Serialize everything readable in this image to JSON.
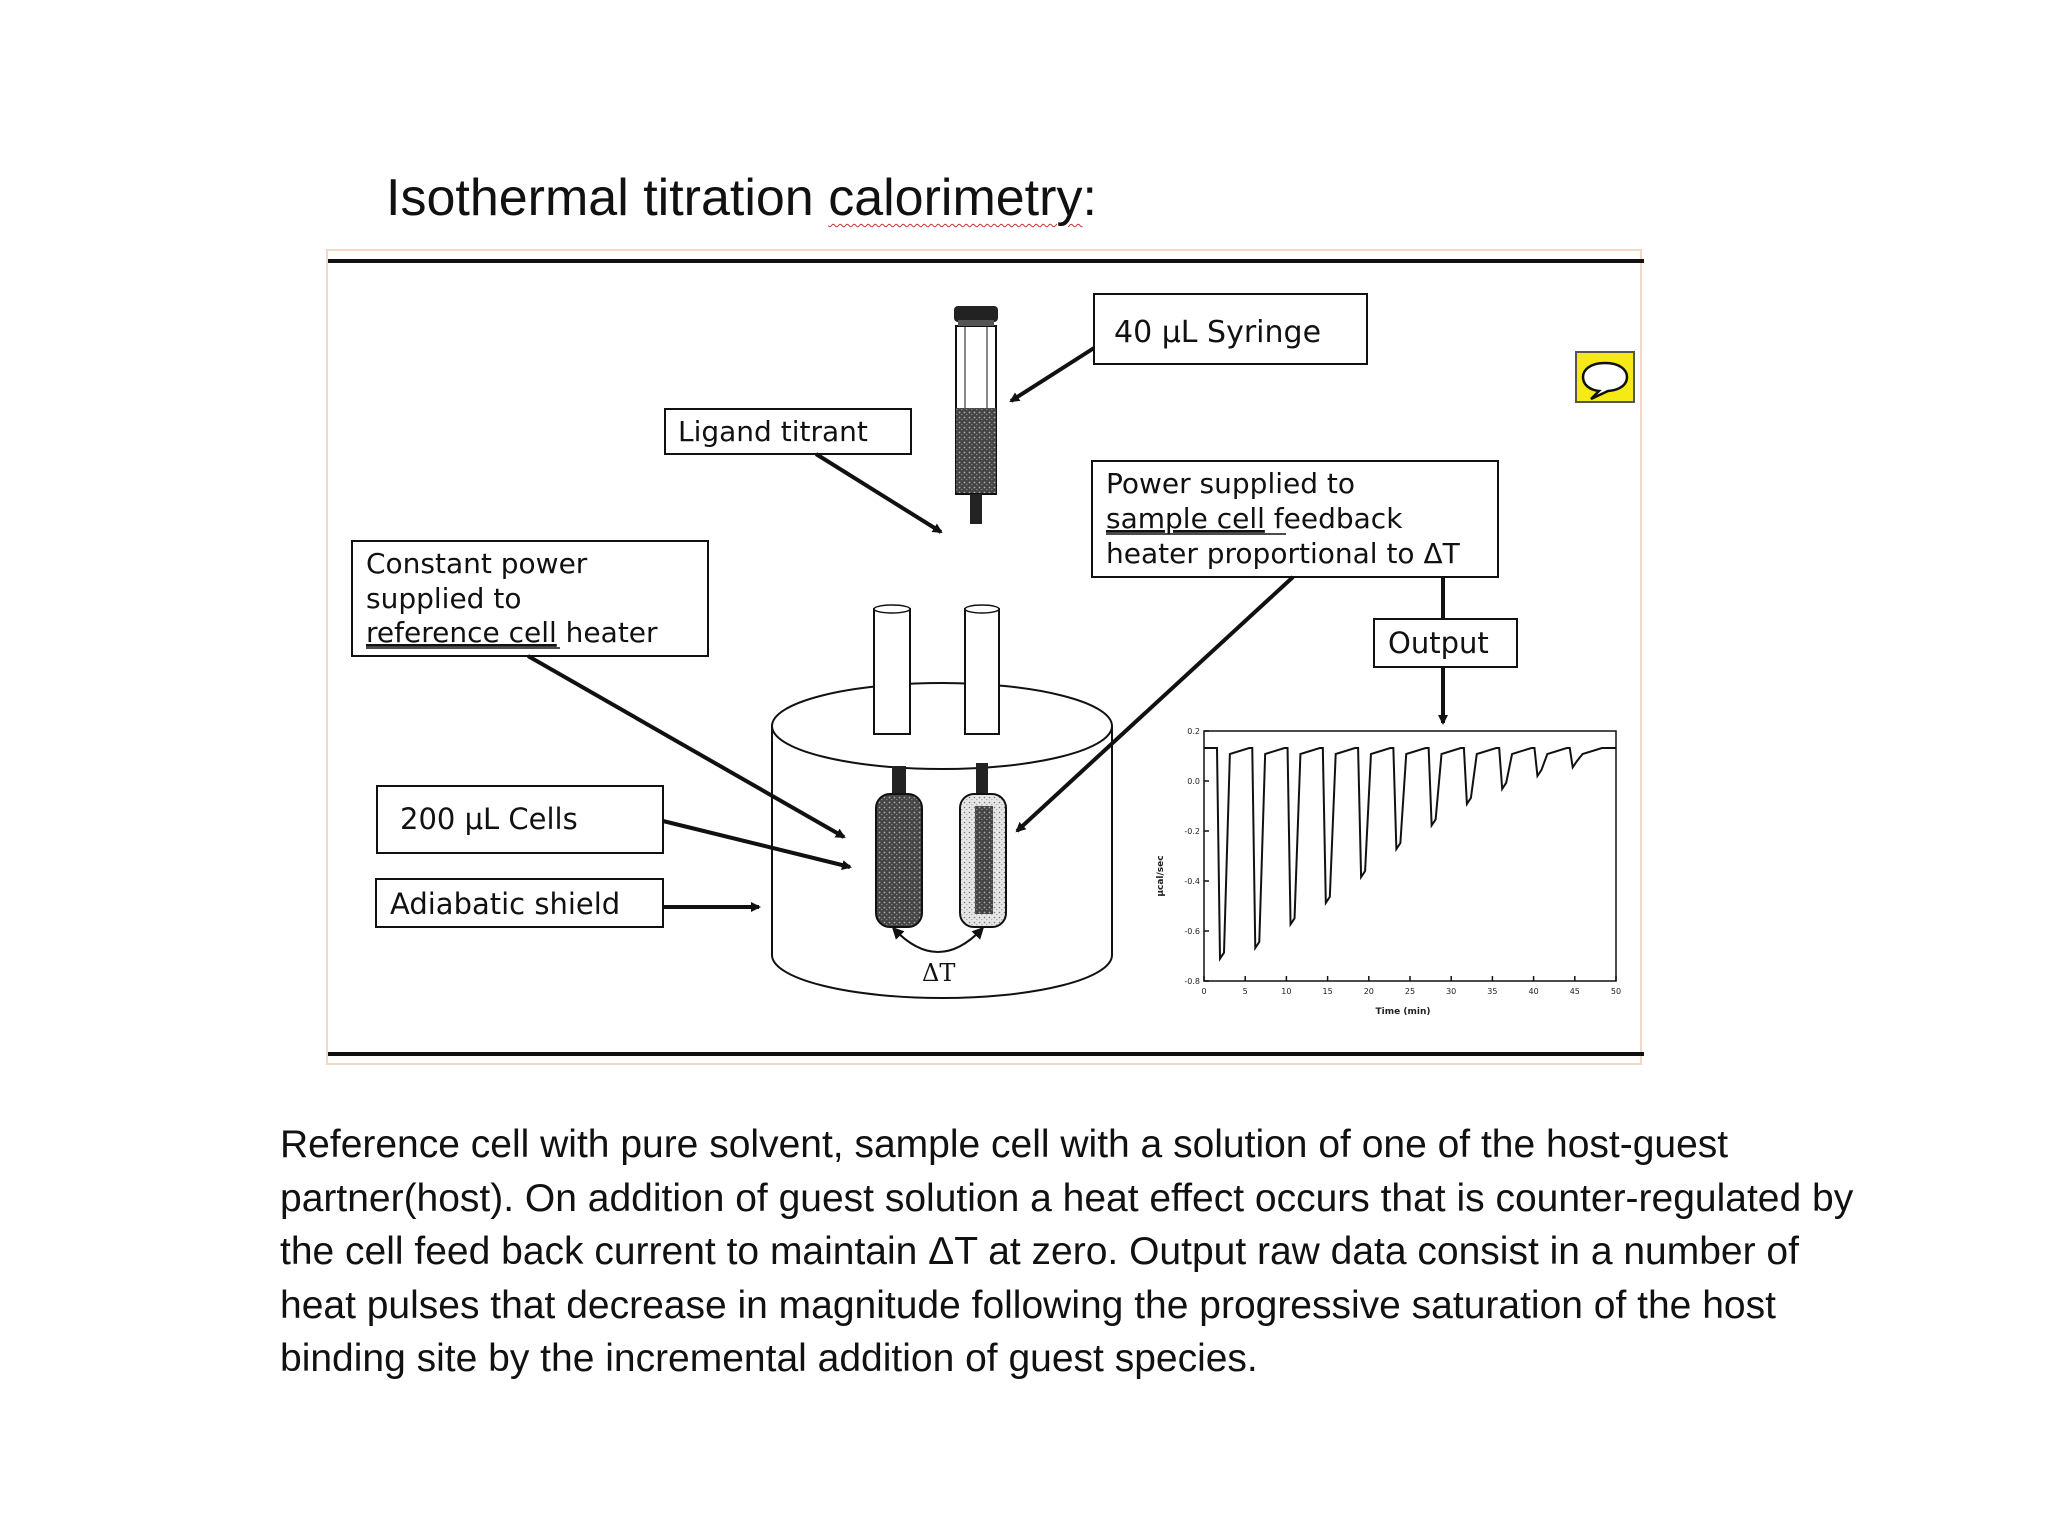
{
  "title": {
    "prefix": "Isothermal titration ",
    "underlined": "calorimetry",
    "suffix": ":"
  },
  "diagram": {
    "syringe_label": "40 μL Syringe",
    "ligand_label": "Ligand titrant",
    "constant_power_lines": [
      "Constant power",
      "supplied to",
      "reference cell",
      " heater"
    ],
    "feedback_lines": [
      "Power supplied to",
      "sample cell",
      " feedback",
      "heater proportional to ΔT"
    ],
    "output_label": "Output",
    "cells_label": "200 μL Cells",
    "shield_label": "Adiabatic shield",
    "delta_t_label": "ΔT",
    "plot": {
      "xlabel": "Time (min)",
      "ylabel": "μcal/sec",
      "x_ticks": [
        "0",
        "5",
        "10",
        "15",
        "20",
        "25",
        "30",
        "35",
        "40",
        "45",
        "50"
      ],
      "y_ticks": [
        "0.2",
        "0.0",
        "-0.2",
        "-0.4",
        "-0.6",
        "-0.8"
      ],
      "peak_depths": [
        0.98,
        0.93,
        0.82,
        0.72,
        0.6,
        0.47,
        0.36,
        0.26,
        0.19,
        0.13,
        0.09
      ]
    }
  },
  "caption": [
    "Reference cell with pure solvent, sample cell with a solution of one of the host-guest",
    "partner(host). On addition of guest solution a heat effect occurs that is counter-regulated by",
    "the cell feed  back current to maintain ΔT at zero.  Output raw data consist in a number of",
    "heat pulses that decrease in magnitude following the progressive saturation of the host",
    "binding site by the incremental addition of guest species."
  ],
  "colors": {
    "frame": "#f2d8c6",
    "comment_icon": "#f6ea16"
  }
}
